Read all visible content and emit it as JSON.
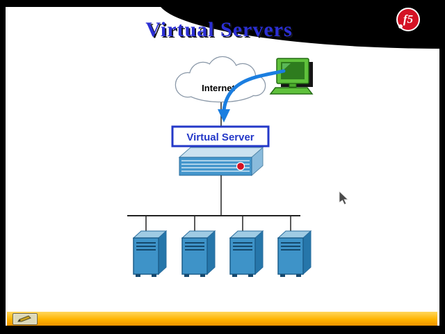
{
  "slide": {
    "title": "Virtual Servers"
  },
  "logo": {
    "text": "f5"
  },
  "diagram": {
    "internet_label": "Internet",
    "virtual_server_label": "Virtual Server",
    "server_count": 4
  },
  "colors": {
    "title_blue": "#2b2fd4",
    "box_border_blue": "#2438c8",
    "arrow_blue": "#1b7ee0",
    "server_blue": "#3e93c8",
    "toolbar_yellow": "#ffb400",
    "logo_red": "#d41224"
  },
  "icons": {
    "pen_button": "pencil-icon",
    "client_computer": "computer-icon",
    "cursor": "mouse-cursor-icon",
    "cloud": "internet-cloud-icon"
  }
}
